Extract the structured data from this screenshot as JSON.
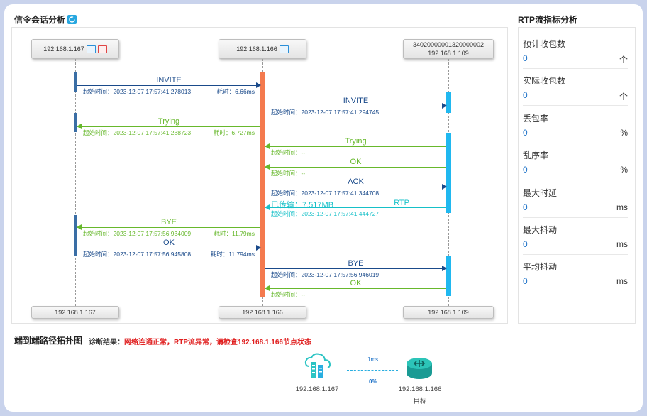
{
  "signaling": {
    "title": "信令会话分析",
    "refresh_icon": "refresh-icon",
    "nodes": {
      "a": {
        "ip": "192.168.1.167"
      },
      "b": {
        "ip": "192.168.1.166"
      },
      "c": {
        "id": "34020000001320000002",
        "ip": "192.168.1.109"
      }
    },
    "messages": [
      {
        "label": "INVITE",
        "start": "起始时间：2023-12-07 17:57:41.278013",
        "dur": "耗时：6.66ms"
      },
      {
        "label": "INVITE",
        "start": "起始时间：2023-12-07 17:57:41.294745",
        "dur": ""
      },
      {
        "label": "Trying",
        "start": "起始时间：2023-12-07 17:57:41.288723",
        "dur": "耗时：6.727ms"
      },
      {
        "label": "Trying",
        "start": "起始时间：--",
        "dur": ""
      },
      {
        "label": "OK",
        "start": "起始时间：--",
        "dur": ""
      },
      {
        "label": "ACK",
        "start": "起始时间：2023-12-07 17:57:41.344708",
        "dur": ""
      },
      {
        "label": "RTP",
        "start": "起始时间：2023-12-07 17:57:41.444727",
        "transfer": "已传输：7.517MB"
      },
      {
        "label": "BYE",
        "start": "起始时间：2023-12-07 17:57:56.934009",
        "dur": "耗时：11.79ms"
      },
      {
        "label": "OK",
        "start": "起始时间：2023-12-07 17:57:56.945808",
        "dur": "耗时：11.794ms"
      },
      {
        "label": "BYE",
        "start": "起始时间：2023-12-07 17:57:56.946019",
        "dur": ""
      },
      {
        "label": "OK",
        "start": "起始时间：--",
        "dur": ""
      }
    ]
  },
  "rtp": {
    "title": "RTP流指标分析",
    "metrics": [
      {
        "name": "预计收包数",
        "value": "0",
        "unit": "个"
      },
      {
        "name": "实际收包数",
        "value": "0",
        "unit": "个"
      },
      {
        "name": "丢包率",
        "value": "0",
        "unit": "%"
      },
      {
        "name": "乱序率",
        "value": "0",
        "unit": "%"
      },
      {
        "name": "最大时延",
        "value": "0",
        "unit": "ms"
      },
      {
        "name": "最大抖动",
        "value": "0",
        "unit": "ms"
      },
      {
        "name": "平均抖动",
        "value": "0",
        "unit": "ms"
      }
    ]
  },
  "topology": {
    "title": "端到端路径拓扑图",
    "diag_label": "诊断结果：",
    "diag_text": "网络连通正常，RTP流异常，请检查192.168.1.166节点状态",
    "source": {
      "ip": "192.168.1.167",
      "icon": "server-cloud-icon"
    },
    "target": {
      "ip": "192.168.1.166",
      "role": "目标",
      "icon": "router-icon"
    },
    "link": {
      "latency": "1ms",
      "loss": "0%"
    }
  },
  "colors": {
    "request": "#1a4a8a",
    "response": "#67b82c",
    "rtp": "#16c0c8",
    "active_b": "#f47a4e",
    "active_c": "#20b8f0",
    "active_a": "#3a6ea5",
    "error": "#e02020"
  }
}
